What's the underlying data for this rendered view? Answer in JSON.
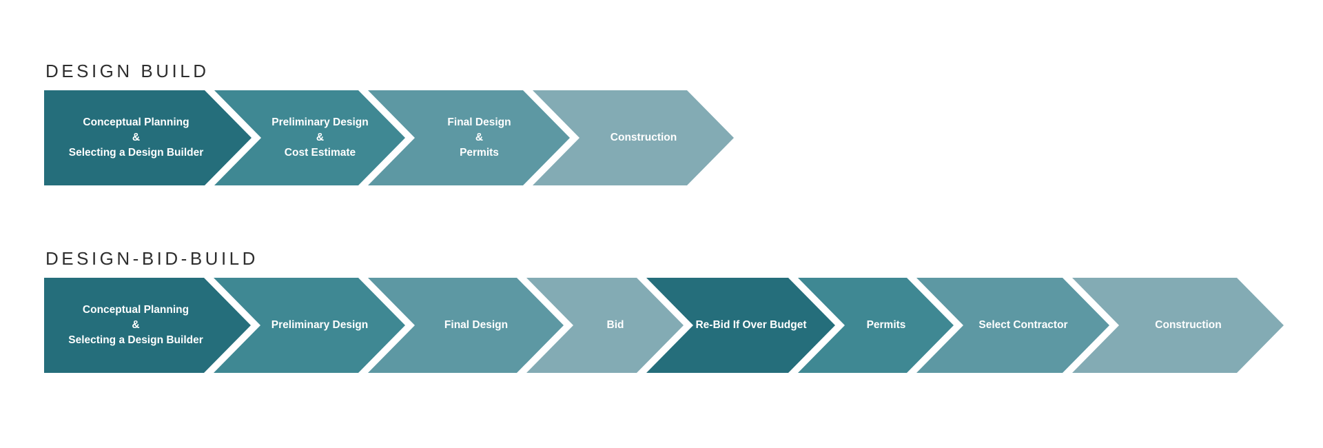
{
  "colors": {
    "background": "#ffffff",
    "title": "#2e2e2e",
    "label-text": "#ffffff",
    "teal-1": "#256e7b",
    "teal-2": "#3f8893",
    "teal-3": "#5d98a3",
    "teal-4": "#83abb4"
  },
  "diagrams": [
    {
      "title": "DESIGN BUILD",
      "steps": [
        {
          "label": "Conceptual Planning\n&\nSelecting a Design Builder"
        },
        {
          "label": "Preliminary Design\n&\nCost Estimate"
        },
        {
          "label": "Final Design\n&\nPermits"
        },
        {
          "label": "Construction"
        }
      ]
    },
    {
      "title": "DESIGN-BID-BUILD",
      "steps": [
        {
          "label": "Conceptual Planning\n&\nSelecting a Design Builder"
        },
        {
          "label": "Preliminary Design"
        },
        {
          "label": "Final Design"
        },
        {
          "label": "Bid"
        },
        {
          "label": "Re-Bid If Over Budget"
        },
        {
          "label": "Permits"
        },
        {
          "label": "Select Contractor"
        },
        {
          "label": "Construction"
        }
      ]
    }
  ]
}
